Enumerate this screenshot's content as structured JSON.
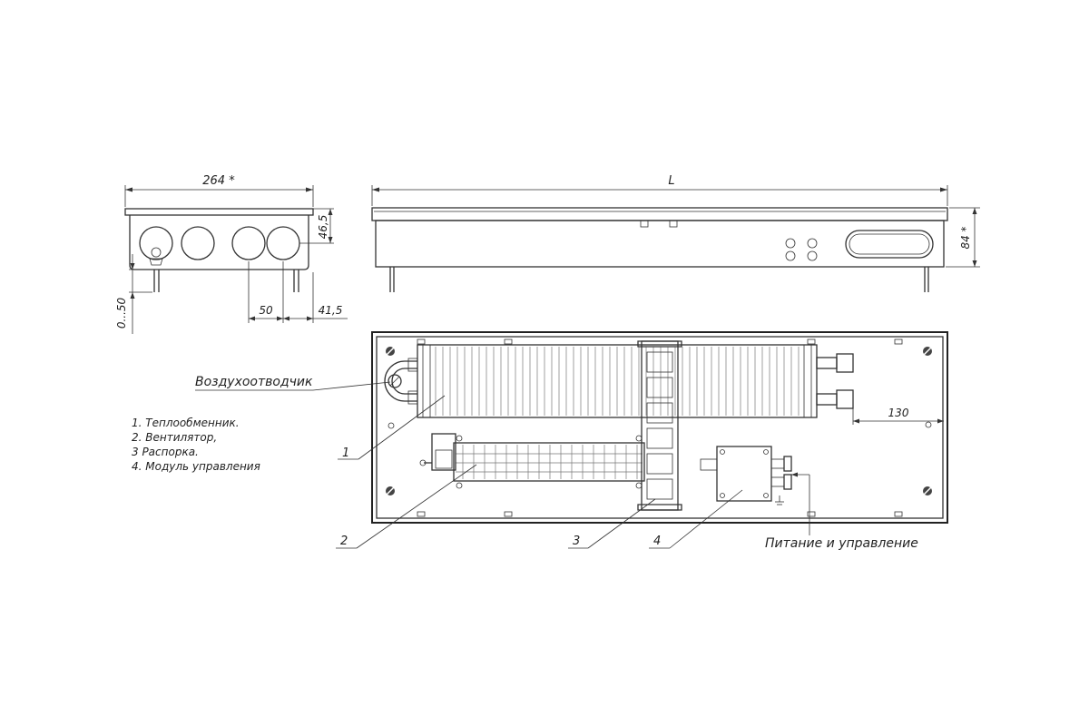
{
  "dimensions": {
    "width": "264 *",
    "length": "L",
    "height": "84 *",
    "offset": "46,5",
    "pitch": "50",
    "edge": "41,5",
    "legs": "0...50",
    "side": "130"
  },
  "labels": {
    "air_vent": "Воздухоотводчик",
    "power": "Питание и управление"
  },
  "legend": [
    "1. Теплообменник.",
    "2. Вентилятор,",
    "3 Распорка.",
    "4. Модуль управления"
  ],
  "callouts": [
    "1",
    "2",
    "3",
    "4"
  ]
}
